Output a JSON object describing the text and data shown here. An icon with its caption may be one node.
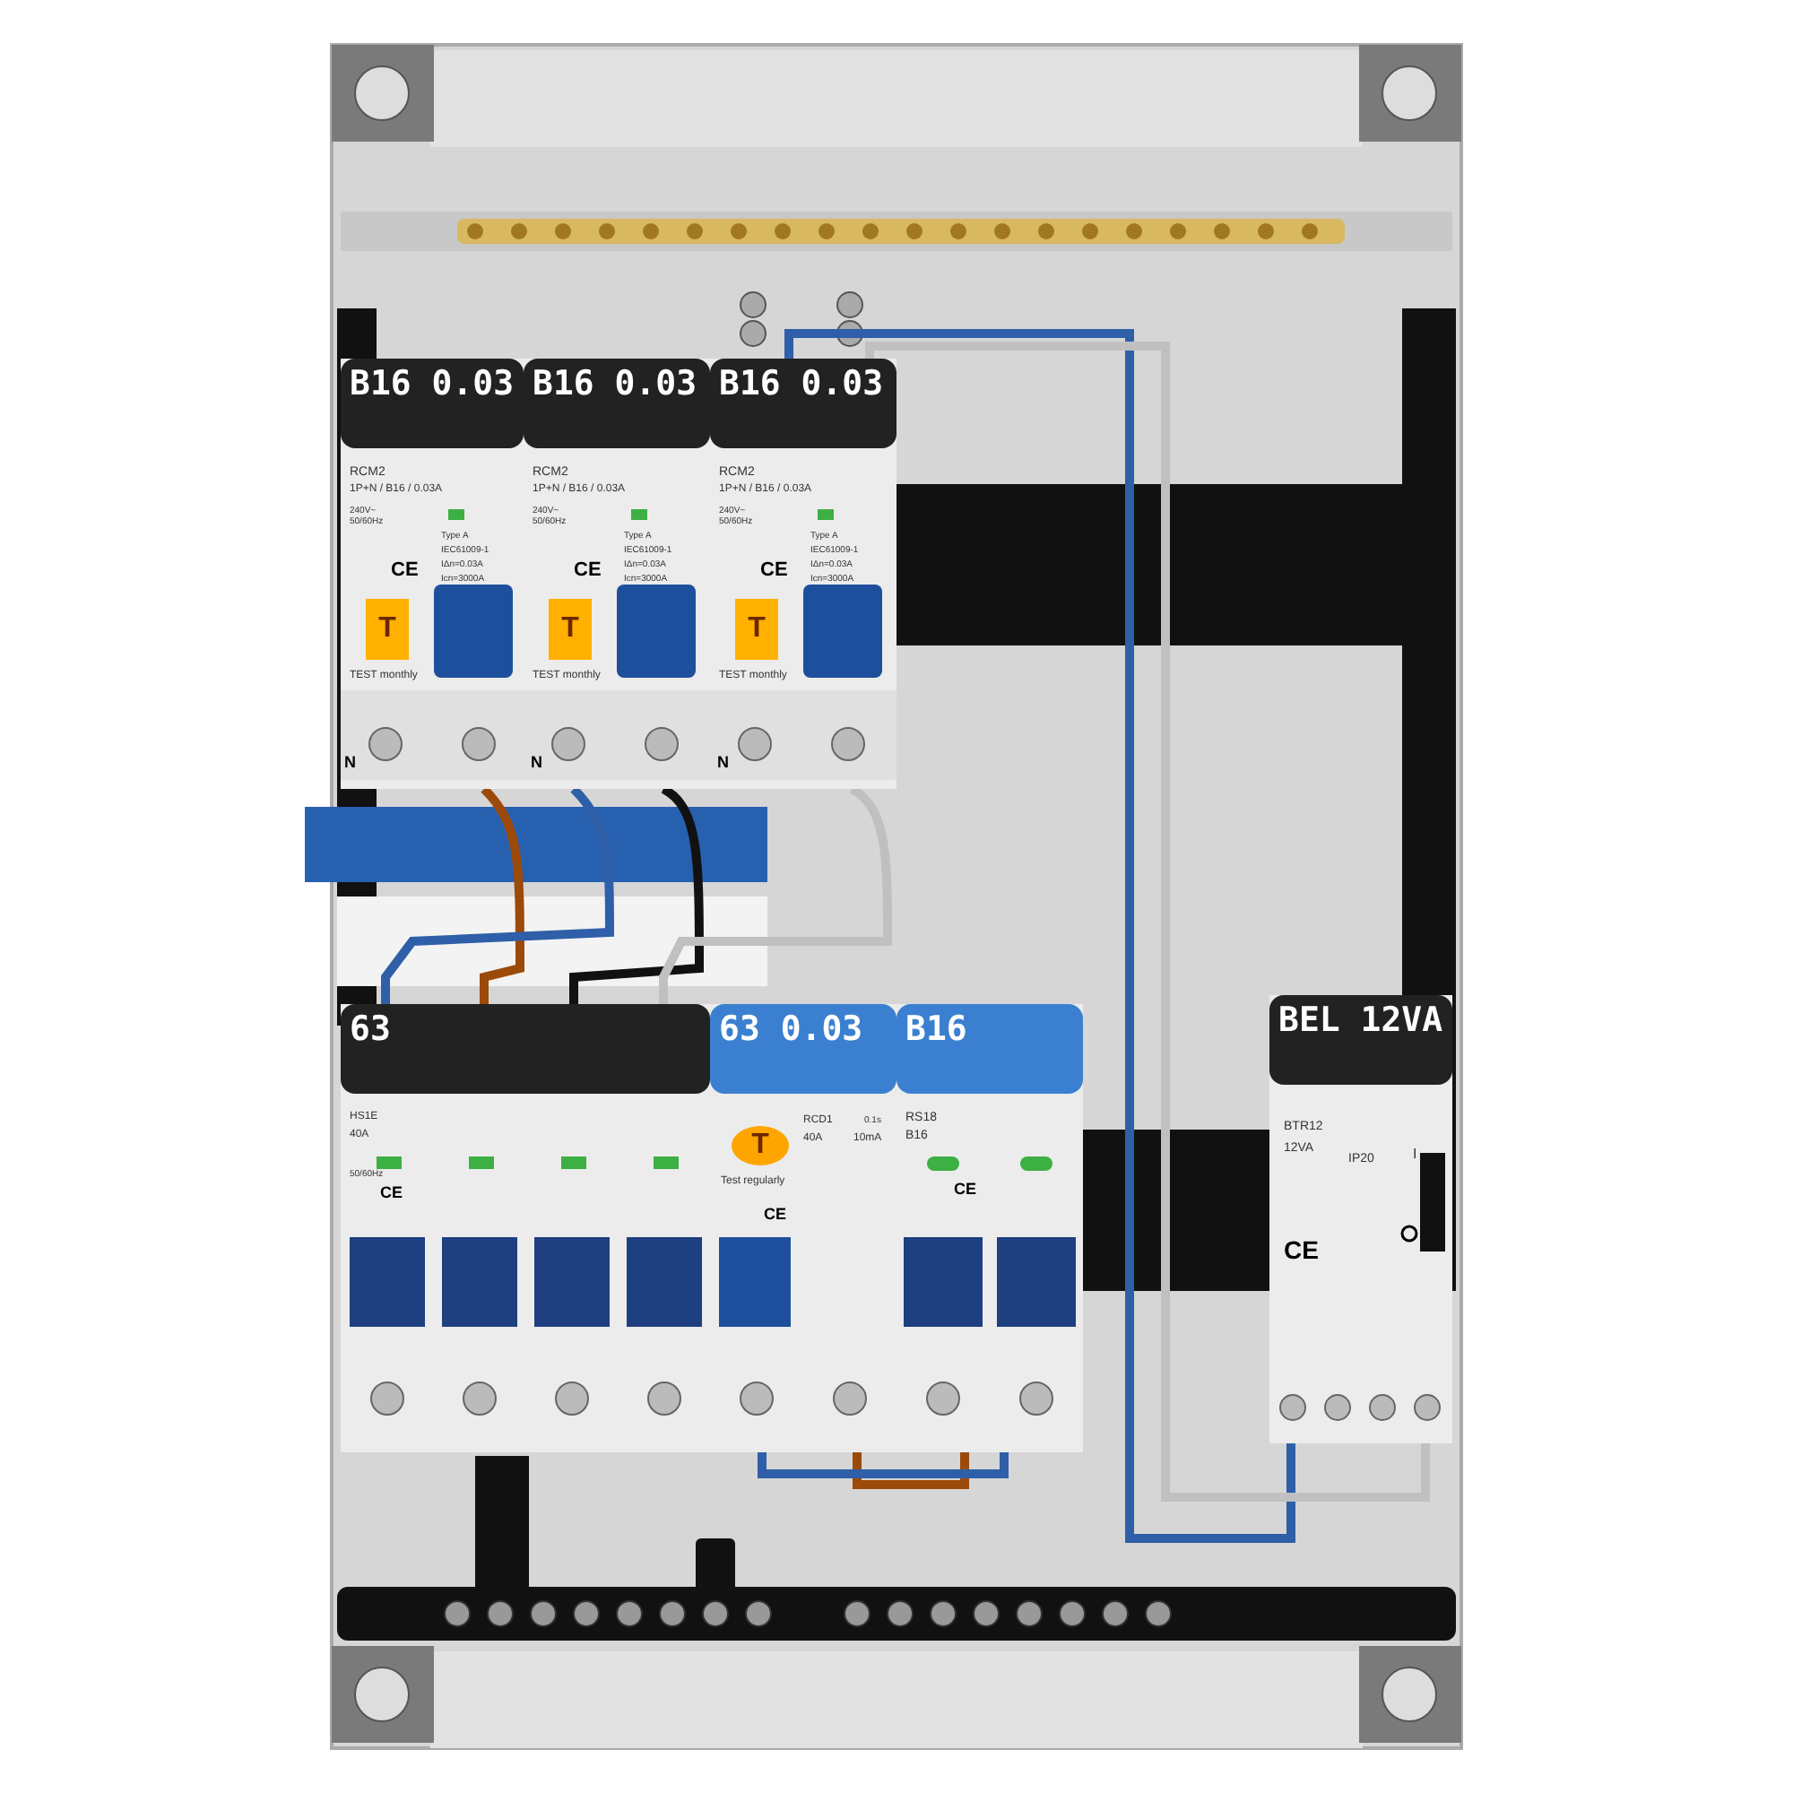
{
  "diagram": {
    "nodes": [
      {
        "text": [
          "B16 0.03",
          "RCM2",
          "1P+N / B16 / 0.03A",
          "240V~ 50/60Hz",
          "Type A",
          "IEC61009-1",
          "IΔn=0.03A",
          "Icn=3000A",
          "CE",
          "T",
          "TEST monthly"
        ]
      },
      {
        "text": [
          "B16 0.03",
          "RCM2",
          "1P+N / B16 / 0.03A",
          "240V~ 50/60Hz",
          "Type A",
          "IEC61009-1",
          "IΔn=0.03A",
          "Icn=3000A",
          "CE",
          "T",
          "TEST monthly"
        ]
      },
      {
        "text": [
          "B16 0.03",
          "RCM2",
          "1P+N / B16 / 0.03A",
          "240V~ 50/60Hz",
          "Type A",
          "IEC61009-1",
          "IΔn=0.03A",
          "Icn=3000A",
          "CE",
          "T",
          "TEST monthly"
        ]
      },
      {
        "text": [
          "63",
          "HS1E",
          "40A",
          "50/60Hz",
          "CE"
        ]
      },
      {
        "text": [
          "63 0.03",
          "T",
          "Test regularly",
          "RCD1",
          "0.1s",
          "40A",
          "10mA",
          "CE"
        ]
      },
      {
        "text": [
          "B16",
          "RS18",
          "B16",
          "CE"
        ]
      },
      {
        "text": [
          "BEL 12VA",
          "BTR12",
          "12VA",
          "IP20",
          "I",
          "CE"
        ]
      }
    ],
    "edges": [
      {
        "from": 0,
        "to": 3,
        "arrow": "none",
        "color": "#9c4a0a"
      },
      {
        "from": 1,
        "to": 3,
        "arrow": "none",
        "color": "#2e5fa8"
      },
      {
        "from": 1,
        "to": 3,
        "arrow": "none",
        "color": "#111111"
      },
      {
        "from": 2,
        "to": 3,
        "arrow": "none",
        "color": "#c0c0c0"
      },
      {
        "from": 2,
        "to": 6,
        "arrow": "none",
        "color": "#2e5fa8"
      },
      {
        "from": 2,
        "to": 6,
        "arrow": "none",
        "color": "#c0c0c0"
      },
      {
        "from": 4,
        "to": 5,
        "arrow": "none",
        "color": "#9c4a0a"
      },
      {
        "from": 4,
        "to": 5,
        "arrow": "none",
        "color": "#2e5fa8"
      }
    ],
    "labels": [
      "N",
      "N",
      "N"
    ]
  }
}
